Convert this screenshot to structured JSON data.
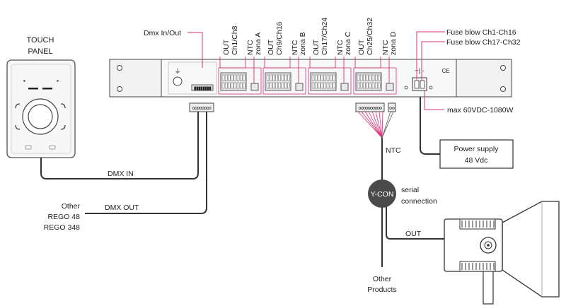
{
  "touch_panel": {
    "line1": "TOUCH",
    "line2": "PANEL"
  },
  "controller": {
    "dmx_label": "Dmx In/Out",
    "ce_mark": "CE",
    "polarity": "+| -",
    "groups": [
      {
        "out": "OUT",
        "channels": "Ch1/Ch8",
        "ntc": "NTC",
        "zone": "zona A"
      },
      {
        "out": "OUT",
        "channels": "Ch9/Ch16",
        "ntc": "NTC",
        "zone": "zona B"
      },
      {
        "out": "OUT",
        "channels": "Ch17/Ch24",
        "ntc": "NTC",
        "zone": "zona C"
      },
      {
        "out": "OUT",
        "channels": "Ch25/Ch32",
        "ntc": "NTC",
        "zone": "zona D"
      }
    ]
  },
  "fuse_labels": [
    "Fuse blow Ch1-Ch16",
    "Fuse blow Ch17-Ch32"
  ],
  "max_power": "max 60VDC-1080W",
  "power_supply": {
    "line1": "Power supply",
    "line2": "48 Vdc"
  },
  "dmx_in": "DMX IN",
  "dmx_out": "DMX OUT",
  "other_rego": [
    "Other",
    "REGO 48",
    "REGO 348"
  ],
  "ntc_label": "NTC",
  "ycon": {
    "label": "Y-CON",
    "note_line1": "serial",
    "note_line2": "connection"
  },
  "out_label": "OUT",
  "other_products": [
    "Other",
    "Products"
  ],
  "colors": {
    "accent": "#d6307a",
    "line": "#333333",
    "panel": "#f4f4f4",
    "ycon": "#4a4a4a"
  }
}
